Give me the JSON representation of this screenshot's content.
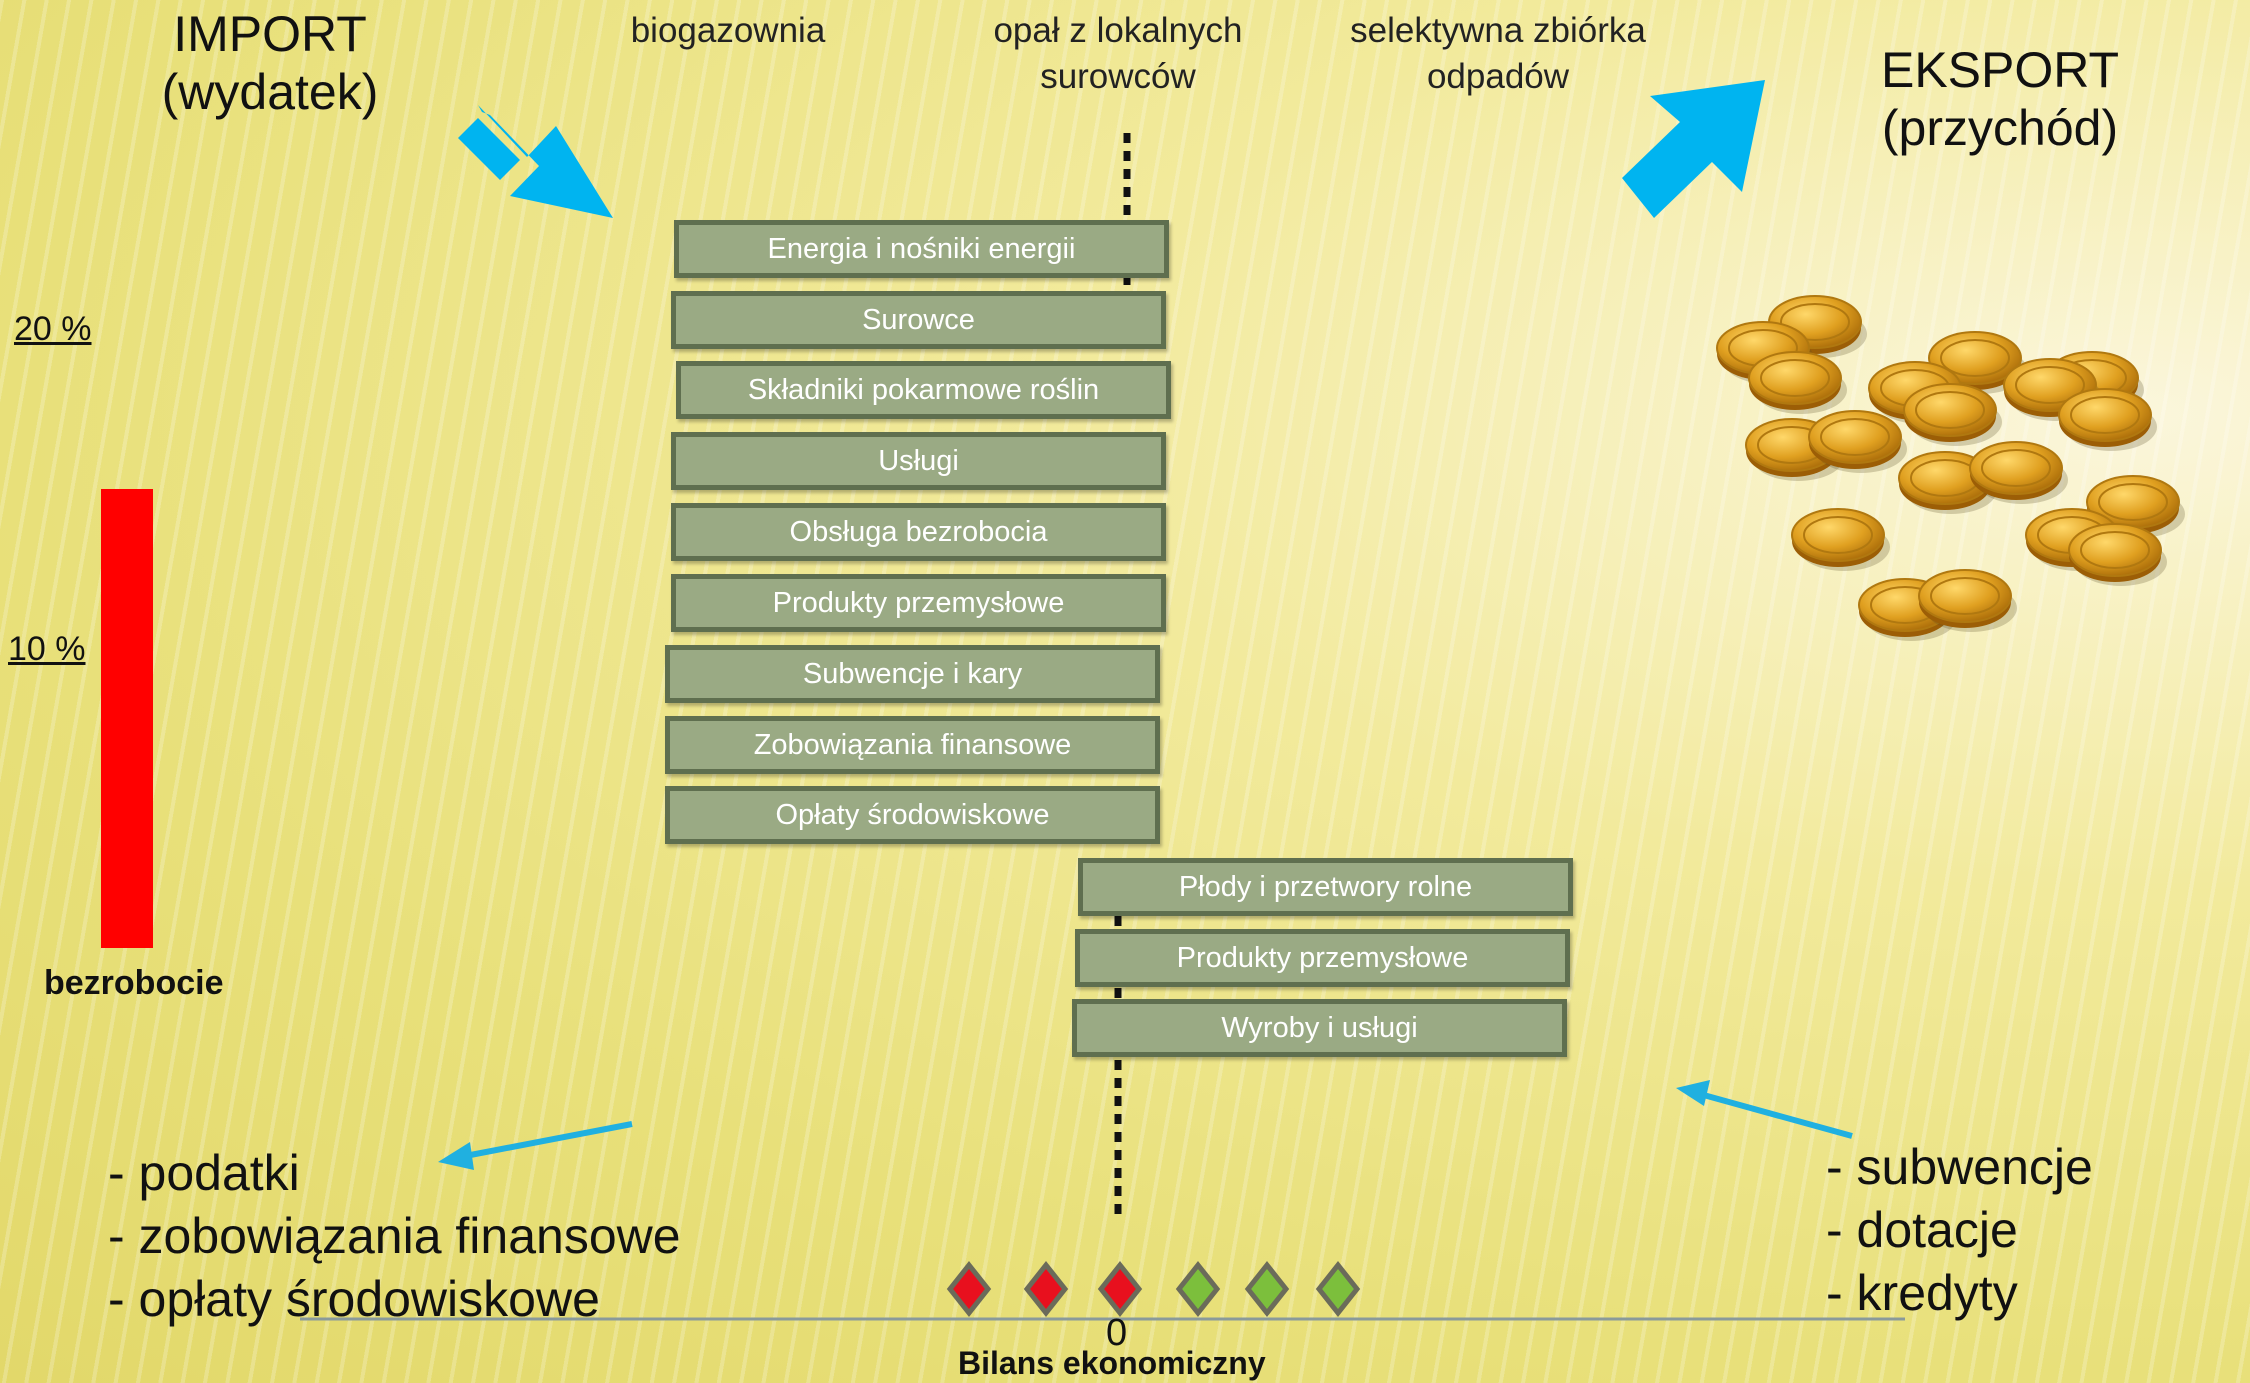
{
  "import": {
    "line1": "IMPORT",
    "line2": "(wydatek)"
  },
  "export": {
    "line1": "EKSPORT",
    "line2": "(przychód)"
  },
  "columns": [
    {
      "line1": "biogazownia",
      "line2": ""
    },
    {
      "line1": "opał z lokalnych",
      "line2": "surowców"
    },
    {
      "line1": "selektywna zbiórka",
      "line2": "odpadów"
    }
  ],
  "import_items": [
    "Energia i nośniki energii",
    "Surowce",
    "Składniki pokarmowe roślin",
    "Usługi",
    "Obsługa bezrobocia",
    "Produkty przemysłowe",
    "Subwencje i kary",
    "Zobowiązania finansowe",
    "Opłaty środowiskowe"
  ],
  "export_items": [
    "Płody i przetwory rolne",
    "Produkty przemysłowe",
    "Wyroby i usługi"
  ],
  "unemployment": {
    "label": "bezrobocie",
    "tick_high": "20 %",
    "tick_low": "10 %",
    "value_percent": 15
  },
  "left_list": [
    "- podatki",
    "- zobowiązania finansowe",
    "- opłaty środowiskowe"
  ],
  "right_list": [
    "- subwencje",
    "- dotacje",
    "- kredyty"
  ],
  "balance": {
    "zero_label": "0",
    "axis_label": "Bilans ekonomiczny",
    "markers": [
      "red",
      "red",
      "red",
      "green",
      "green",
      "green"
    ]
  },
  "colors": {
    "arrow": "#00b4f0",
    "bar_fill": "#9aaa84",
    "bar_border": "#5f6f4f",
    "unemployment_bar": "#ff0000",
    "marker_red": "#e8101e",
    "marker_green": "#7cbf3c"
  }
}
